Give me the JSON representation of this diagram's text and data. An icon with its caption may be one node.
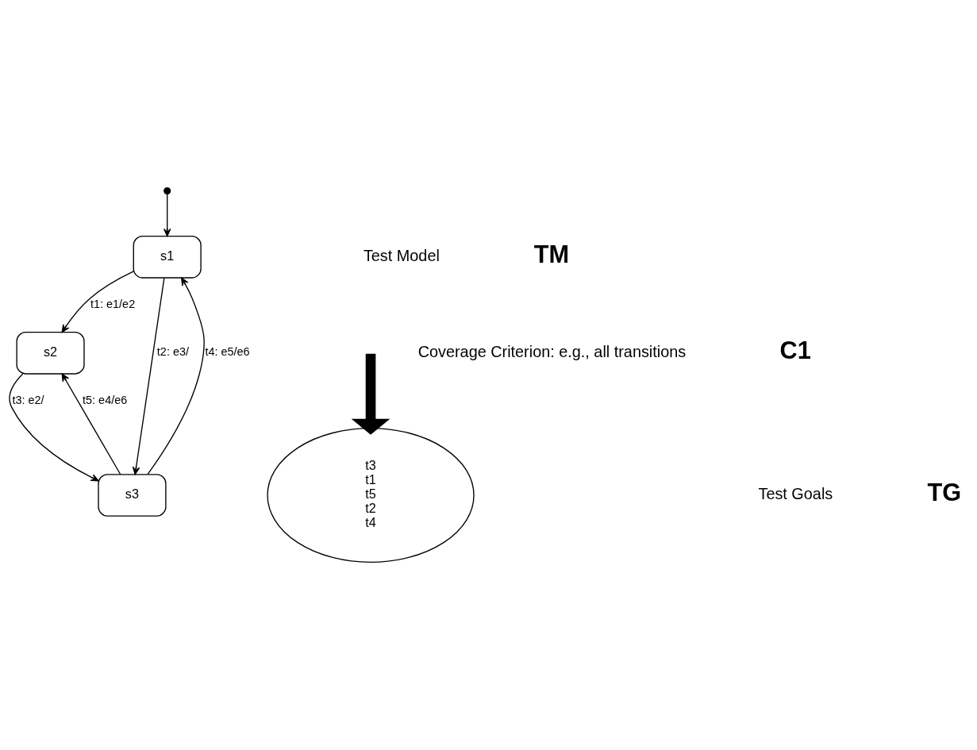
{
  "diagram": {
    "nodes": [
      {
        "text": [],
        "shape": "circle"
      },
      {
        "text": [
          "s1"
        ]
      },
      {
        "text": [
          "s2"
        ]
      },
      {
        "text": [
          "s3"
        ]
      },
      {
        "text": [
          "t3",
          "t1",
          "t5",
          "t2",
          "t4"
        ]
      }
    ],
    "edges": [
      {
        "from": 0,
        "to": 1,
        "arrow": "to"
      },
      {
        "from": 1,
        "to": 2,
        "arrow": "to",
        "label": "t1: e1/e2"
      },
      {
        "from": 1,
        "to": 3,
        "arrow": "to",
        "label": "t2: e3/"
      },
      {
        "from": 2,
        "to": 3,
        "arrow": "to",
        "label": "t3: e2/"
      },
      {
        "from": 3,
        "to": 1,
        "arrow": "to",
        "label": "t4: e5/e6"
      },
      {
        "from": 3,
        "to": 2,
        "arrow": "to",
        "label": "t5: e4/e6"
      },
      {
        "from": null,
        "to": 4,
        "arrow": "to",
        "style": "thick"
      }
    ],
    "labels": [
      "Test Model",
      "TM",
      "Coverage Criterion: e.g., all transitions",
      "C1",
      "Test Goals",
      "TG"
    ]
  }
}
